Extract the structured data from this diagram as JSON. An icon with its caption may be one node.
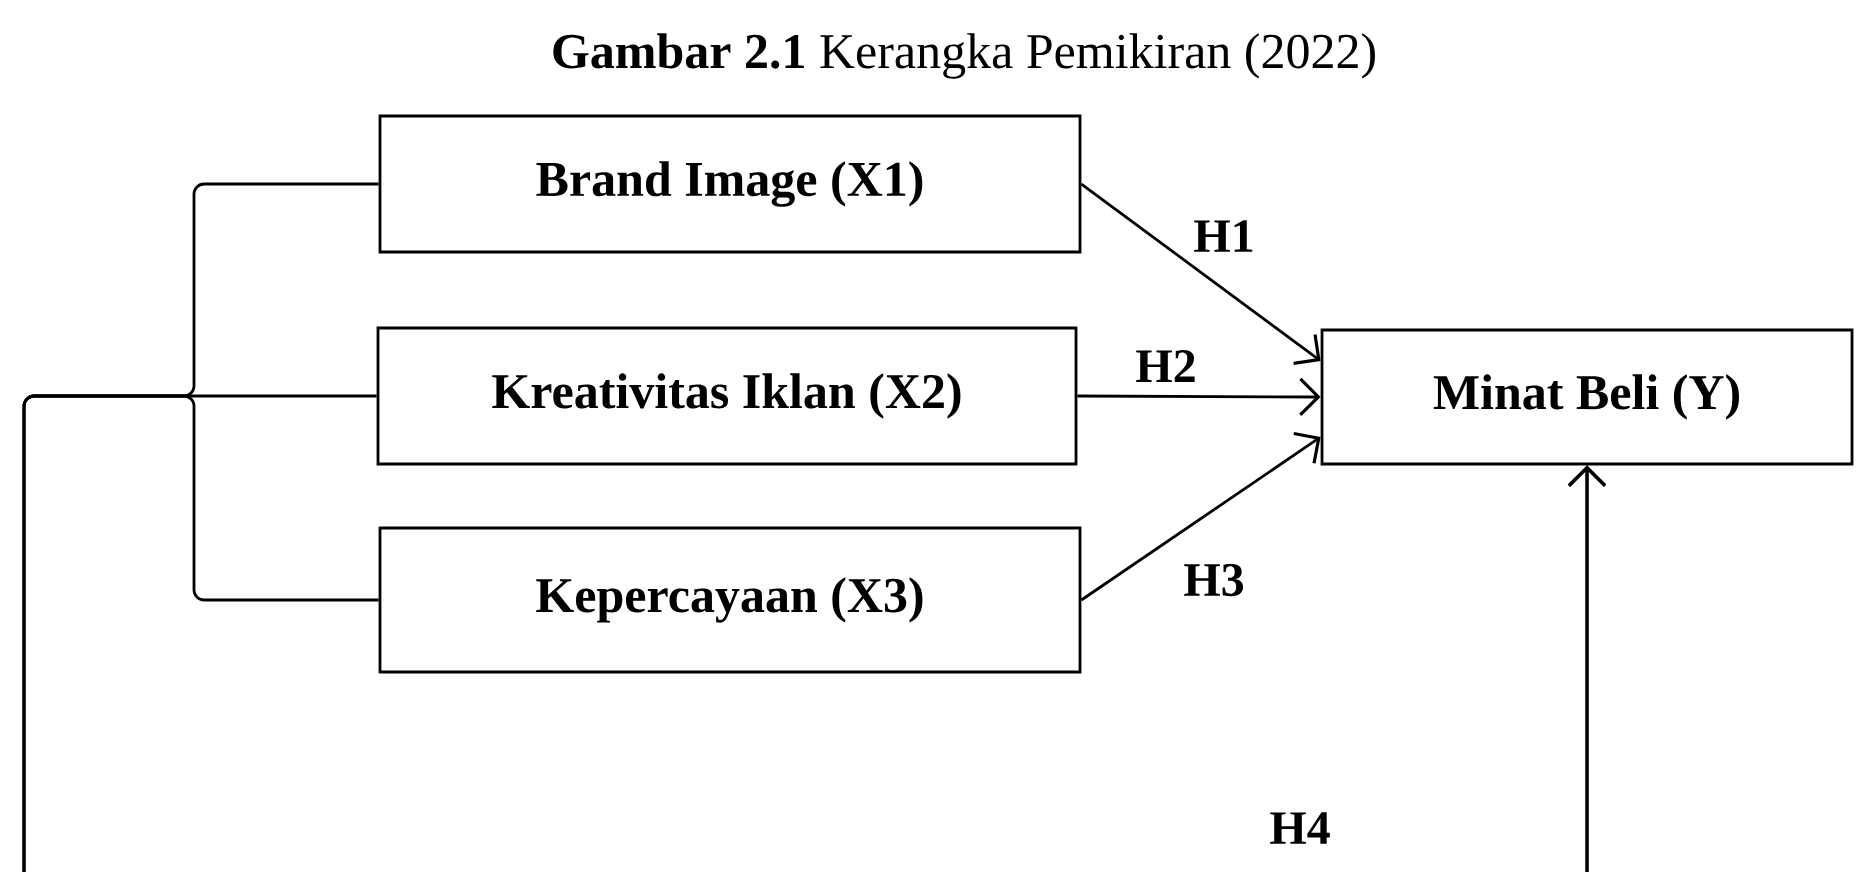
{
  "diagram": {
    "title": "**Gambar 2.1** Kerangka Pemikiran (2022)",
    "nodes": [
      {
        "text": [
          "Brand Image (X1)"
        ]
      },
      {
        "text": [
          "Kreativitas Iklan (X2)"
        ]
      },
      {
        "text": [
          "Kepercayaan (X3)"
        ]
      },
      {
        "text": [
          "Minat Beli (Y)"
        ]
      }
    ],
    "edges": [
      {
        "from": 0,
        "to": 3,
        "arrow": "to",
        "label": "H1"
      },
      {
        "from": 1,
        "to": 3,
        "arrow": "to",
        "label": "H2"
      },
      {
        "from": 2,
        "to": 3,
        "arrow": "to",
        "label": "H3"
      },
      {
        "from": 0,
        "to": 3,
        "arrow": "to",
        "label": "H4"
      },
      {
        "from": 1,
        "to": 3,
        "arrow": "to"
      },
      {
        "from": 2,
        "to": 3,
        "arrow": "to"
      }
    ]
  }
}
